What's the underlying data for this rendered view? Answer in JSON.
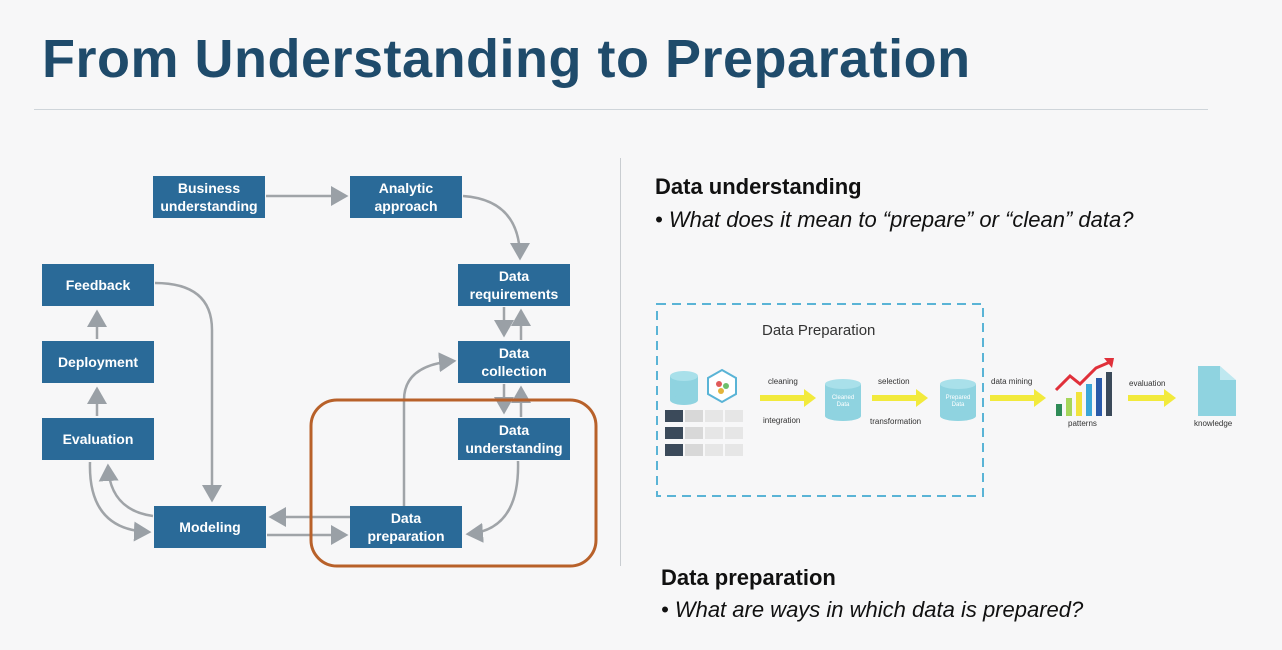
{
  "title": "From Understanding to Preparation",
  "flow": {
    "business_understanding": "Business\nunderstanding",
    "analytic_approach": "Analytic\napproach",
    "feedback": "Feedback",
    "deployment": "Deployment",
    "evaluation": "Evaluation",
    "modeling": "Modeling",
    "data_requirements": "Data\nrequirements",
    "data_collection": "Data\ncollection",
    "data_understanding": "Data\nunderstanding",
    "data_preparation": "Data\npreparation"
  },
  "right": {
    "heading1": "Data understanding",
    "bullet1": "• What does it mean to “prepare” or “clean” data?",
    "heading2": "Data preparation",
    "bullet2": "• What are ways in which data is prepared?"
  },
  "prep_diagram": {
    "title": "Data Preparation",
    "cleaning": "cleaning",
    "integration": "integration",
    "cleaned_data": "Cleaned\nData",
    "selection": "selection",
    "transformation": "transformation",
    "prepared_data": "Prepared\nData",
    "data_mining": "data mining",
    "patterns": "patterns",
    "evaluation": "evaluation",
    "knowledge": "knowledge"
  },
  "colors": {
    "box": "#2a6a98",
    "title": "#1f4b6b",
    "highlight": "#b8612a",
    "dashed": "#5ab4d6",
    "arrow_yellow": "#f2ea3c",
    "cylinder": "#8fd3e0"
  }
}
